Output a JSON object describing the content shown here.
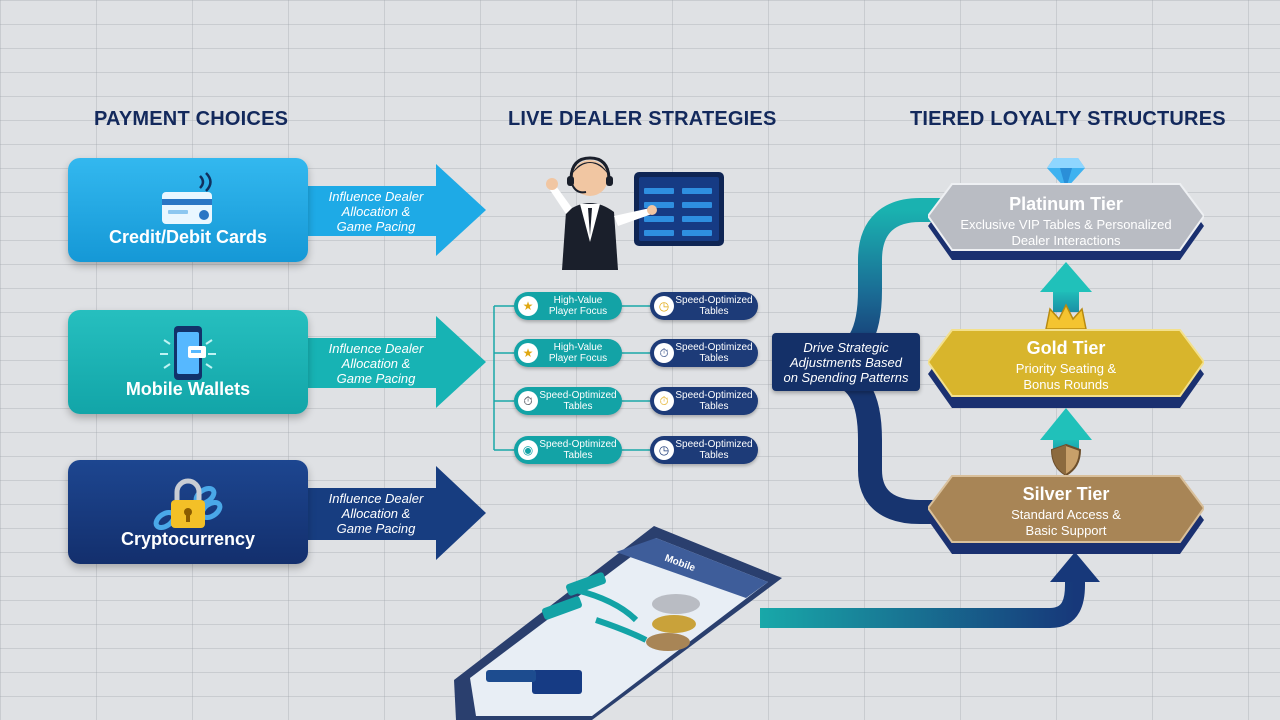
{
  "headings": {
    "payment": "PAYMENT CHOICES",
    "dealer": "LIVE DEALER STRATEGIES",
    "loyalty": "TIERED LOYALTY STRUCTURES"
  },
  "payments": [
    {
      "label": "Credit/Debit Cards",
      "arrow_lines": [
        "Influence Dealer",
        "Allocation &",
        "Game Pacing"
      ],
      "color": "#1eaae6",
      "icon": "credit-card-icon"
    },
    {
      "label": "Mobile Wallets",
      "arrow_lines": [
        "Influence Dealer",
        "Allocation &",
        "Game Pacing"
      ],
      "color": "#17b3b4",
      "icon": "smartphone-icon"
    },
    {
      "label": "Cryptocurrency",
      "arrow_lines": [
        "Influence Dealer",
        "Allocation &",
        "Game Pacing"
      ],
      "color": "#163b7d",
      "icon": "padlock-chain-icon"
    }
  ],
  "strategy_pills": [
    {
      "left": {
        "lines": [
          "High-Value",
          "Player Focus"
        ],
        "icon": "star-icon"
      },
      "right": {
        "lines": [
          "Speed-Optimized",
          "Tables"
        ],
        "icon": "clock-icon"
      }
    },
    {
      "left": {
        "lines": [
          "High-Value",
          "Player Focus"
        ],
        "icon": "star-icon"
      },
      "right": {
        "lines": [
          "Speed-Optimized",
          "Tables"
        ],
        "icon": "timer-icon"
      }
    },
    {
      "left": {
        "lines": [
          "Speed-Optimized",
          "Tables"
        ],
        "icon": "stopwatch-icon"
      },
      "right": {
        "lines": [
          "Speed-Optimized",
          "Tables"
        ],
        "icon": "stopwatch-icon"
      }
    },
    {
      "left": {
        "lines": [
          "Speed-Optimized",
          "Tables"
        ],
        "icon": "coin-icon"
      },
      "right": {
        "lines": [
          "Speed-Optimized",
          "Tables"
        ],
        "icon": "clock-icon"
      }
    }
  ],
  "drive_box": {
    "lines": [
      "Drive Strategic",
      "Adjustments Based",
      "on Spending Patterns"
    ]
  },
  "tiers": [
    {
      "title": "Platinum Tier",
      "desc_lines": [
        "Exclusive VIP Tables & Personalized",
        "Dealer Interactions"
      ],
      "color": "#b9bcc3",
      "badge": "diamond-icon"
    },
    {
      "title": "Gold Tier",
      "desc_lines": [
        "Priority Seating &",
        "Bonus Rounds"
      ],
      "color": "#d8b52c",
      "badge": "crown-icon"
    },
    {
      "title": "Silver Tier",
      "desc_lines": [
        "Standard Access &",
        "Basic Support"
      ],
      "color": "#a88556",
      "badge": "shield-icon"
    }
  ],
  "phone": {
    "app_title": "Mobile"
  },
  "colors": {
    "navy": "#16306b",
    "teal": "#15a8aa",
    "sky": "#1eaae6",
    "heading": "#13295c"
  }
}
